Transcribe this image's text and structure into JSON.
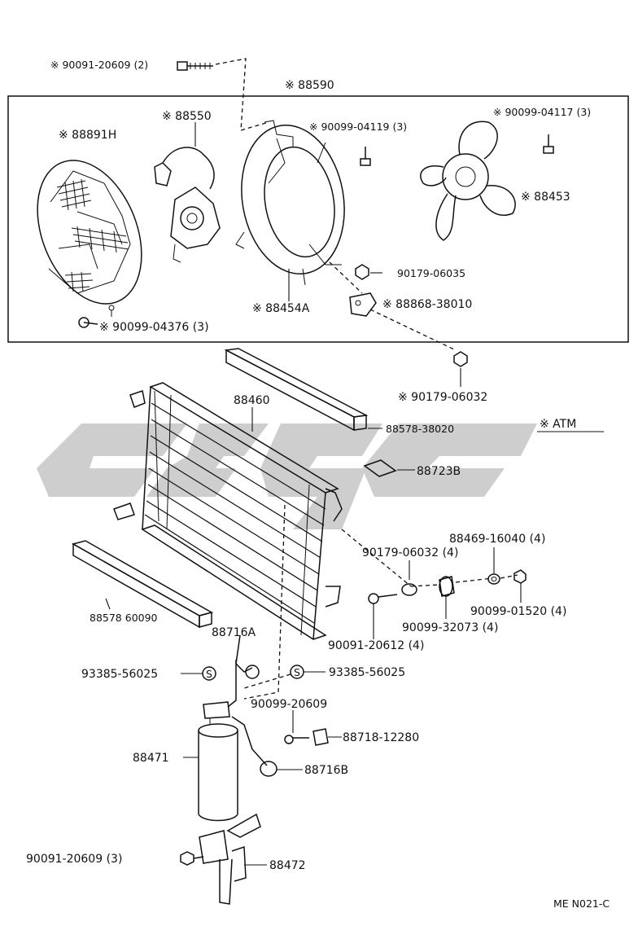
{
  "diagram": {
    "labels": {
      "bolt_top": "※ 90091-20609 (2)",
      "assy_88590": "※ 88590",
      "shroud_88891h": "※ 88891H",
      "motor_88550": "※ 88550",
      "screw_04119": "※ 90099-04119 (3)",
      "screw_04117": "※ 90099-04117 (3)",
      "fan_88453": "※ 88453",
      "nut_06035": "90179-06035",
      "bracket_88868": "※ 88868-38010",
      "shroud_88454a": "※ 88454A",
      "screw_04376": "※ 90099-04376 (3)",
      "nut_06032": "※ 90179-06032",
      "condenser_88460": "88460",
      "seal_88578_38020": "88578-38020",
      "atm_note": "※  ATM",
      "pad_88723b": "88723B",
      "cushion_16040": "88469-16040 (4)",
      "nut_06032_4": "90179-06032 (4)",
      "nut_01520": "90099-01520 (4)",
      "grommet_32073": "90099-32073 (4)",
      "bolt_20612": "90091-20612 (4)",
      "seal_88578_60090": "88578 60090",
      "tube_88716a": "88716A",
      "oring_left": "93385-56025",
      "oring_right": "93385-56025",
      "bolt_20609": "90099-20609",
      "clamp_88718": "88718-12280",
      "receiver_88471": "88471",
      "tube_88716b": "88716B",
      "bolt_20609_3": "90091-20609 (3)",
      "bracket_88472": "88472",
      "doc_code": "ME N021-C",
      "oring_symbol": "S"
    },
    "colors": {
      "line": "#111111",
      "watermark": "#c9c9c9",
      "background": "#ffffff"
    }
  }
}
